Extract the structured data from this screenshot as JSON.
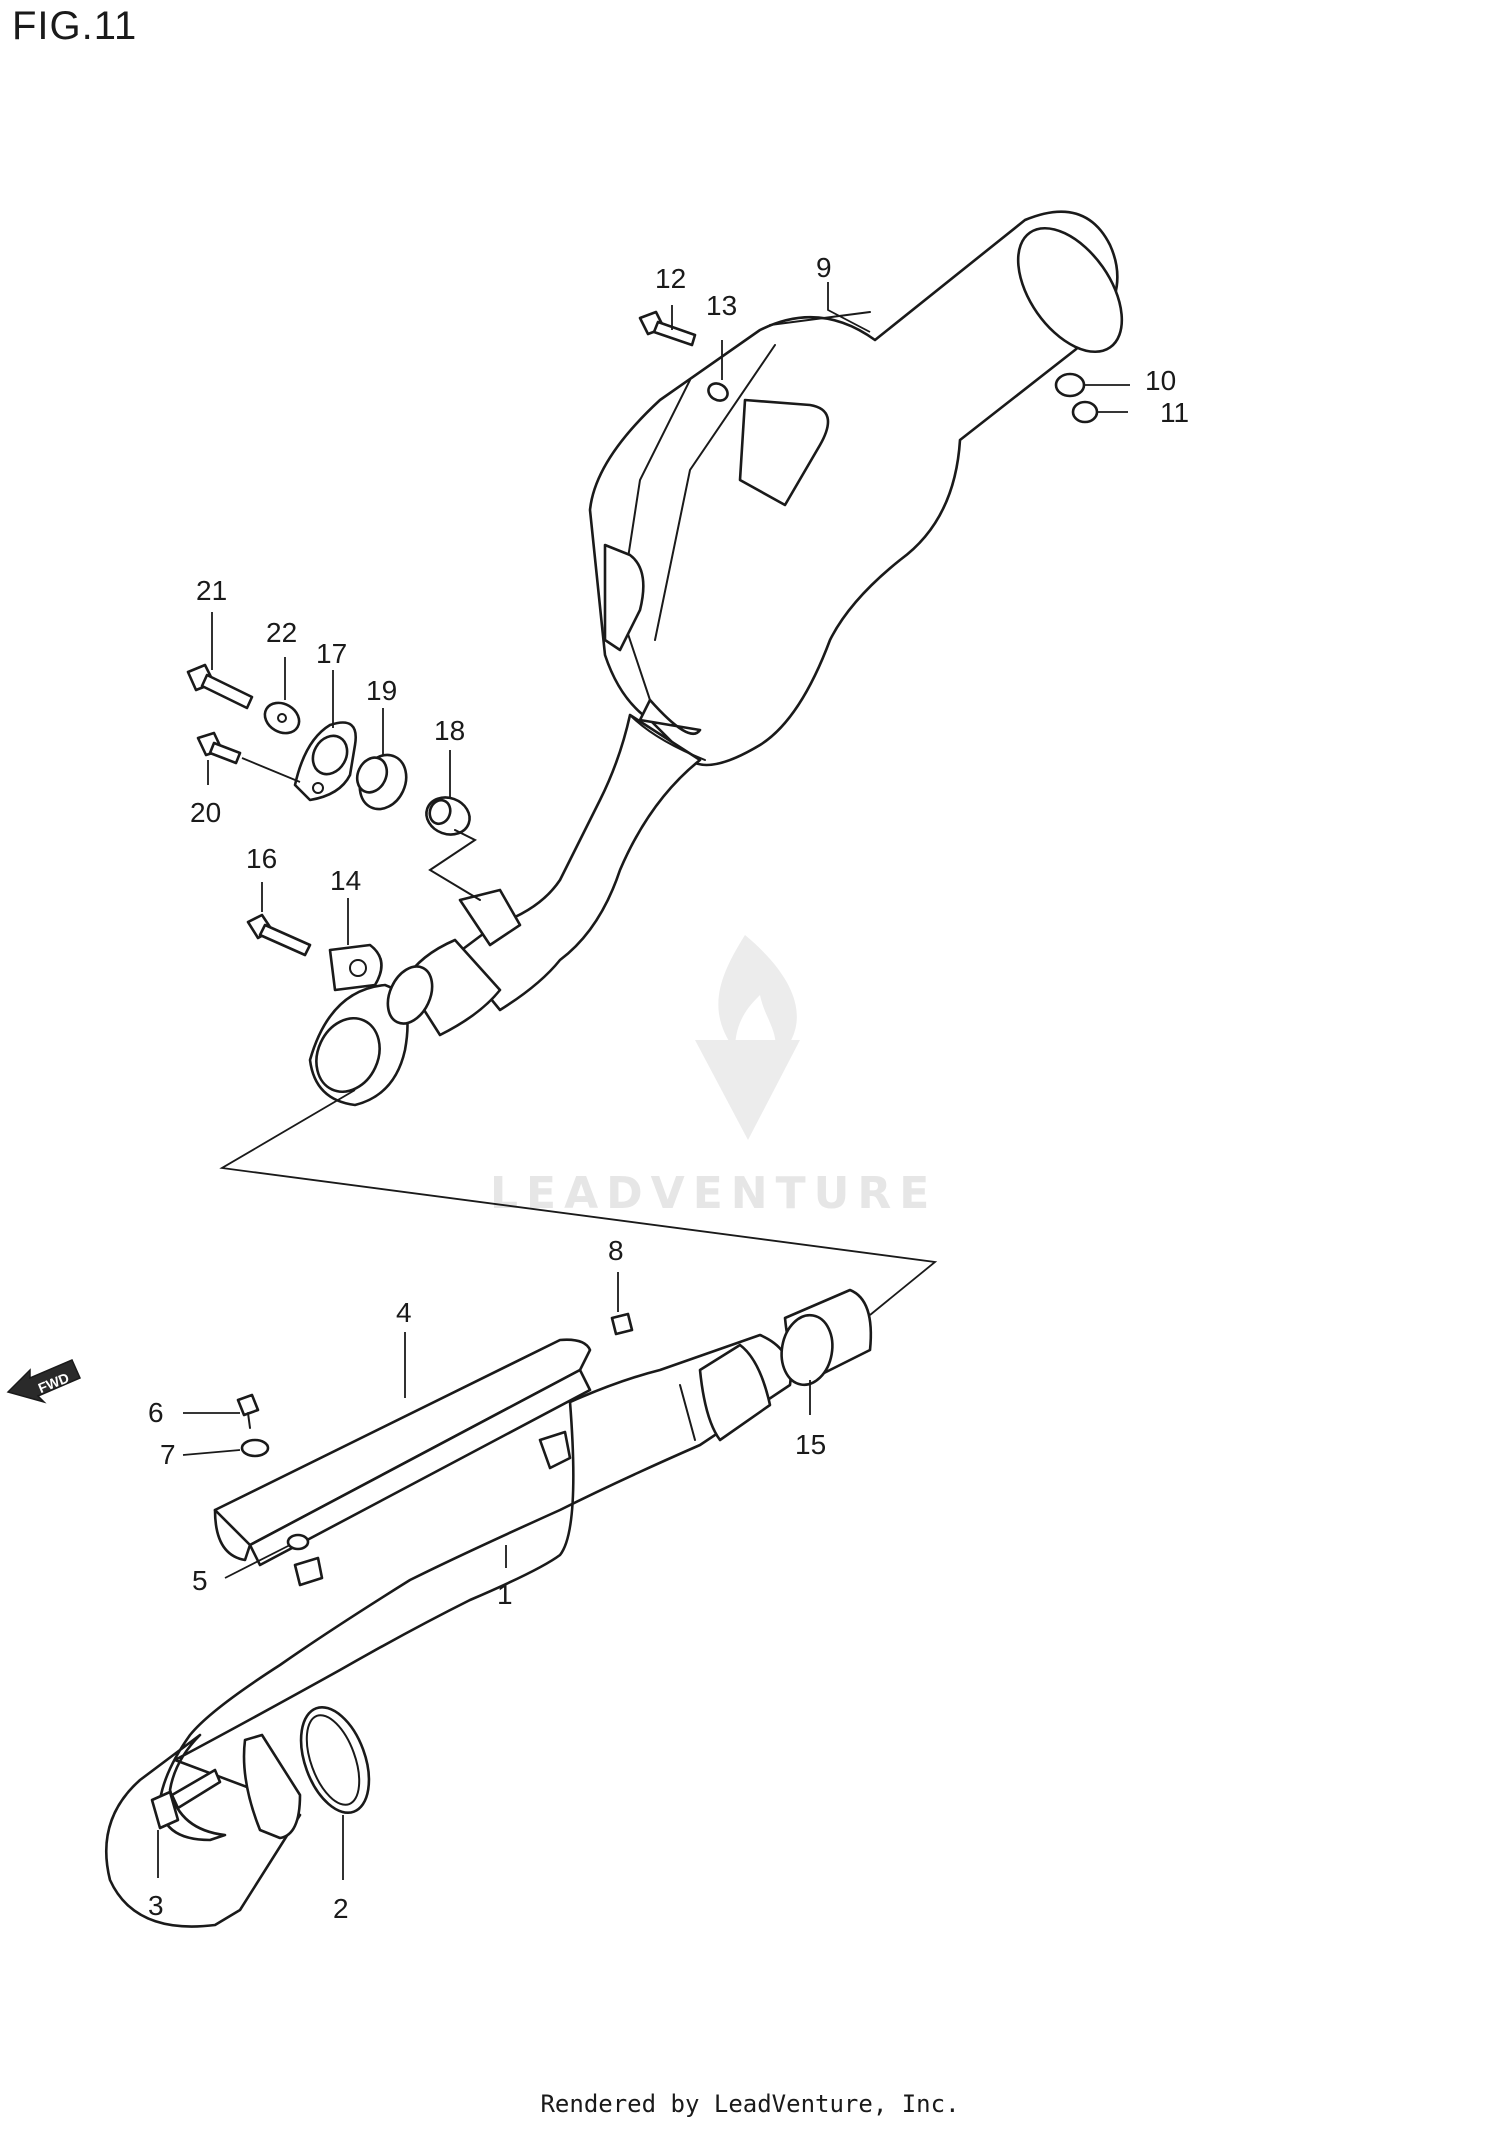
{
  "figure": {
    "title": "FIG.11"
  },
  "footer": {
    "text": "Rendered by LeadVenture, Inc."
  },
  "watermark": {
    "text": "LEADVENTURE"
  },
  "direction_arrow": {
    "label": "FWD"
  },
  "callouts": {
    "c1": "1",
    "c2": "2",
    "c3": "3",
    "c4": "4",
    "c5": "5",
    "c6": "6",
    "c7": "7",
    "c8": "8",
    "c9": "9",
    "c10": "10",
    "c11": "11",
    "c12": "12",
    "c13": "13",
    "c14": "14",
    "c15": "15",
    "c16": "16",
    "c17": "17",
    "c18": "18",
    "c19": "19",
    "c20": "20",
    "c21": "21",
    "c22": "22"
  },
  "colors": {
    "line": "#1a1a1a",
    "watermark": "#e6e6e6",
    "background": "#ffffff"
  }
}
